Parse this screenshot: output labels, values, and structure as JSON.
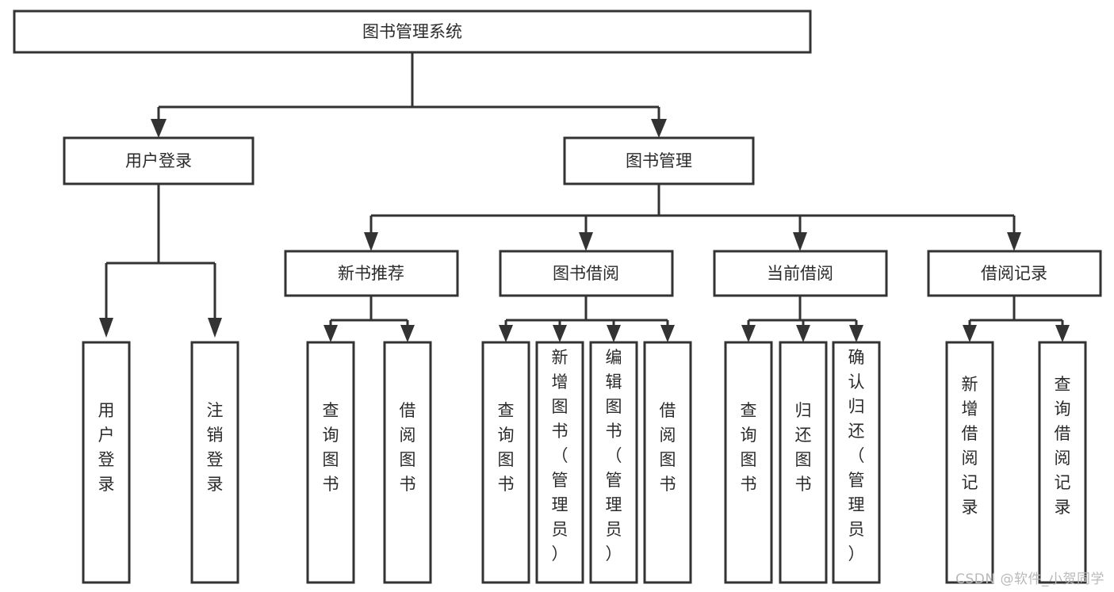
{
  "diagram": {
    "type": "tree-hierarchy",
    "title": "图书管理系统",
    "orientation": "top-down",
    "colors": {
      "box_fill": "#ffffff",
      "box_stroke": "#333333",
      "text": "#2b2b2b",
      "background": "#ffffff",
      "watermark": "#b9b9b9"
    },
    "levels": [
      {
        "level": 1,
        "nodes": [
          {
            "id": "root",
            "label": "图书管理系统",
            "text_orientation": "horizontal"
          }
        ]
      },
      {
        "level": 2,
        "nodes": [
          {
            "id": "login",
            "label": "用户登录",
            "parent": "root",
            "text_orientation": "horizontal"
          },
          {
            "id": "bookmgmt",
            "label": "图书管理",
            "parent": "root",
            "text_orientation": "horizontal"
          }
        ]
      },
      {
        "level": 3,
        "nodes": [
          {
            "id": "newbook",
            "label": "新书推荐",
            "parent": "bookmgmt",
            "text_orientation": "horizontal"
          },
          {
            "id": "borrow",
            "label": "图书借阅",
            "parent": "bookmgmt",
            "text_orientation": "horizontal"
          },
          {
            "id": "current",
            "label": "当前借阅",
            "parent": "bookmgmt",
            "text_orientation": "horizontal"
          },
          {
            "id": "records",
            "label": "借阅记录",
            "parent": "bookmgmt",
            "text_orientation": "horizontal"
          }
        ]
      },
      {
        "level": 4,
        "nodes": [
          {
            "id": "leaf1",
            "label": "用户登录",
            "parent": "login",
            "text_orientation": "vertical"
          },
          {
            "id": "leaf2",
            "label": "注销登录",
            "parent": "login",
            "text_orientation": "vertical"
          },
          {
            "id": "leaf3",
            "label": "查询图书",
            "parent": "newbook",
            "text_orientation": "vertical"
          },
          {
            "id": "leaf4",
            "label": "借阅图书",
            "parent": "newbook",
            "text_orientation": "vertical"
          },
          {
            "id": "leaf5",
            "label": "查询图书",
            "parent": "borrow",
            "text_orientation": "vertical"
          },
          {
            "id": "leaf6",
            "label": "新增图书（管理员）",
            "parent": "borrow",
            "text_orientation": "vertical"
          },
          {
            "id": "leaf7",
            "label": "编辑图书（管理员）",
            "parent": "borrow",
            "text_orientation": "vertical"
          },
          {
            "id": "leaf8",
            "label": "借阅图书",
            "parent": "borrow",
            "text_orientation": "vertical"
          },
          {
            "id": "leaf9",
            "label": "查询图书",
            "parent": "current",
            "text_orientation": "vertical"
          },
          {
            "id": "leaf10",
            "label": "归还图书",
            "parent": "current",
            "text_orientation": "vertical"
          },
          {
            "id": "leaf11",
            "label": "确认归还（管理员）",
            "parent": "current",
            "text_orientation": "vertical"
          },
          {
            "id": "leaf12",
            "label": "新增借阅记录",
            "parent": "records",
            "text_orientation": "vertical"
          },
          {
            "id": "leaf13",
            "label": "查询借阅记录",
            "parent": "records",
            "text_orientation": "vertical"
          }
        ]
      }
    ]
  },
  "watermark": {
    "text": "CSDN @软件_小贺同学"
  }
}
